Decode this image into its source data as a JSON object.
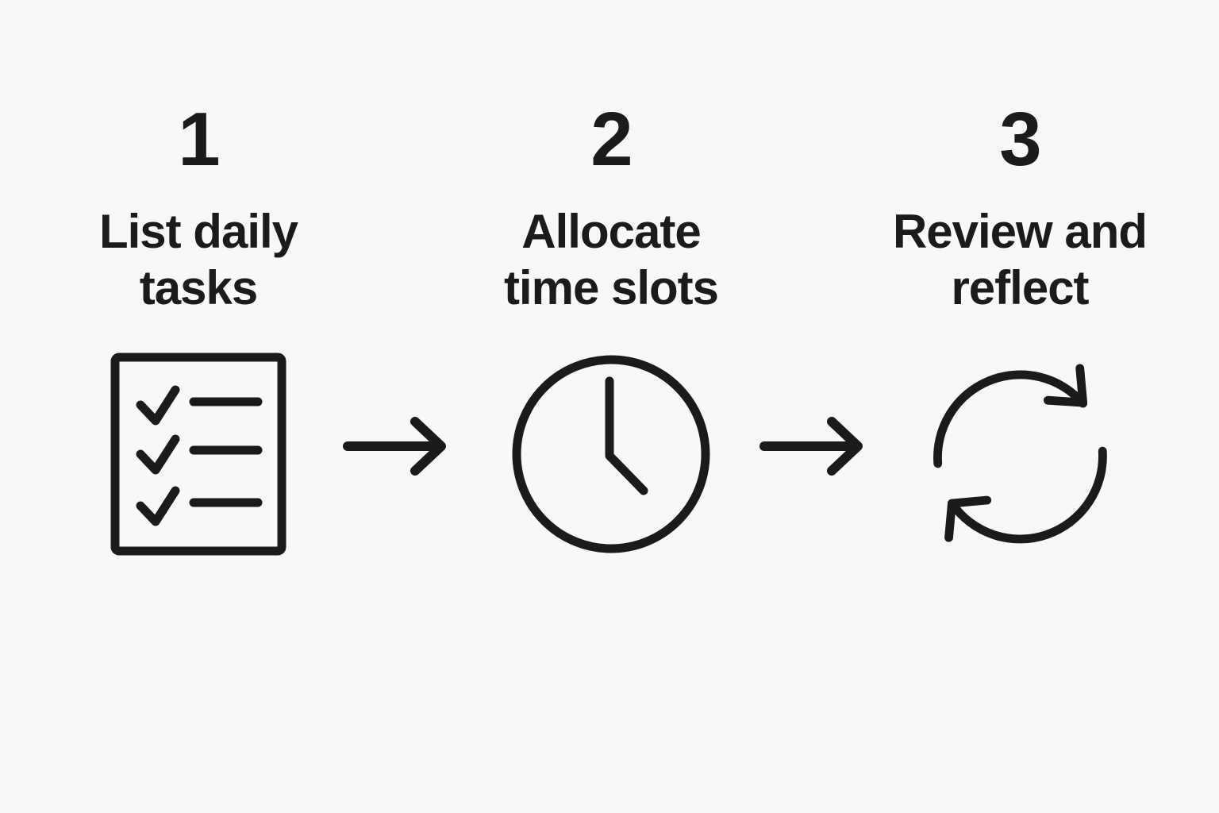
{
  "page": {
    "background": "#f8f8f6",
    "ink": "#1b1b1b",
    "description": "Three-step daily planning workflow diagram"
  },
  "steps": [
    {
      "number": "1",
      "label": "List daily\ntasks",
      "icon": "checklist-icon"
    },
    {
      "number": "2",
      "label": "Allocate\ntime slots",
      "icon": "clock-icon"
    },
    {
      "number": "3",
      "label": "Review and\nreflect",
      "icon": "refresh-cycle-icon"
    }
  ],
  "connectors": [
    {
      "icon": "arrow-right-icon"
    },
    {
      "icon": "arrow-right-icon"
    }
  ]
}
